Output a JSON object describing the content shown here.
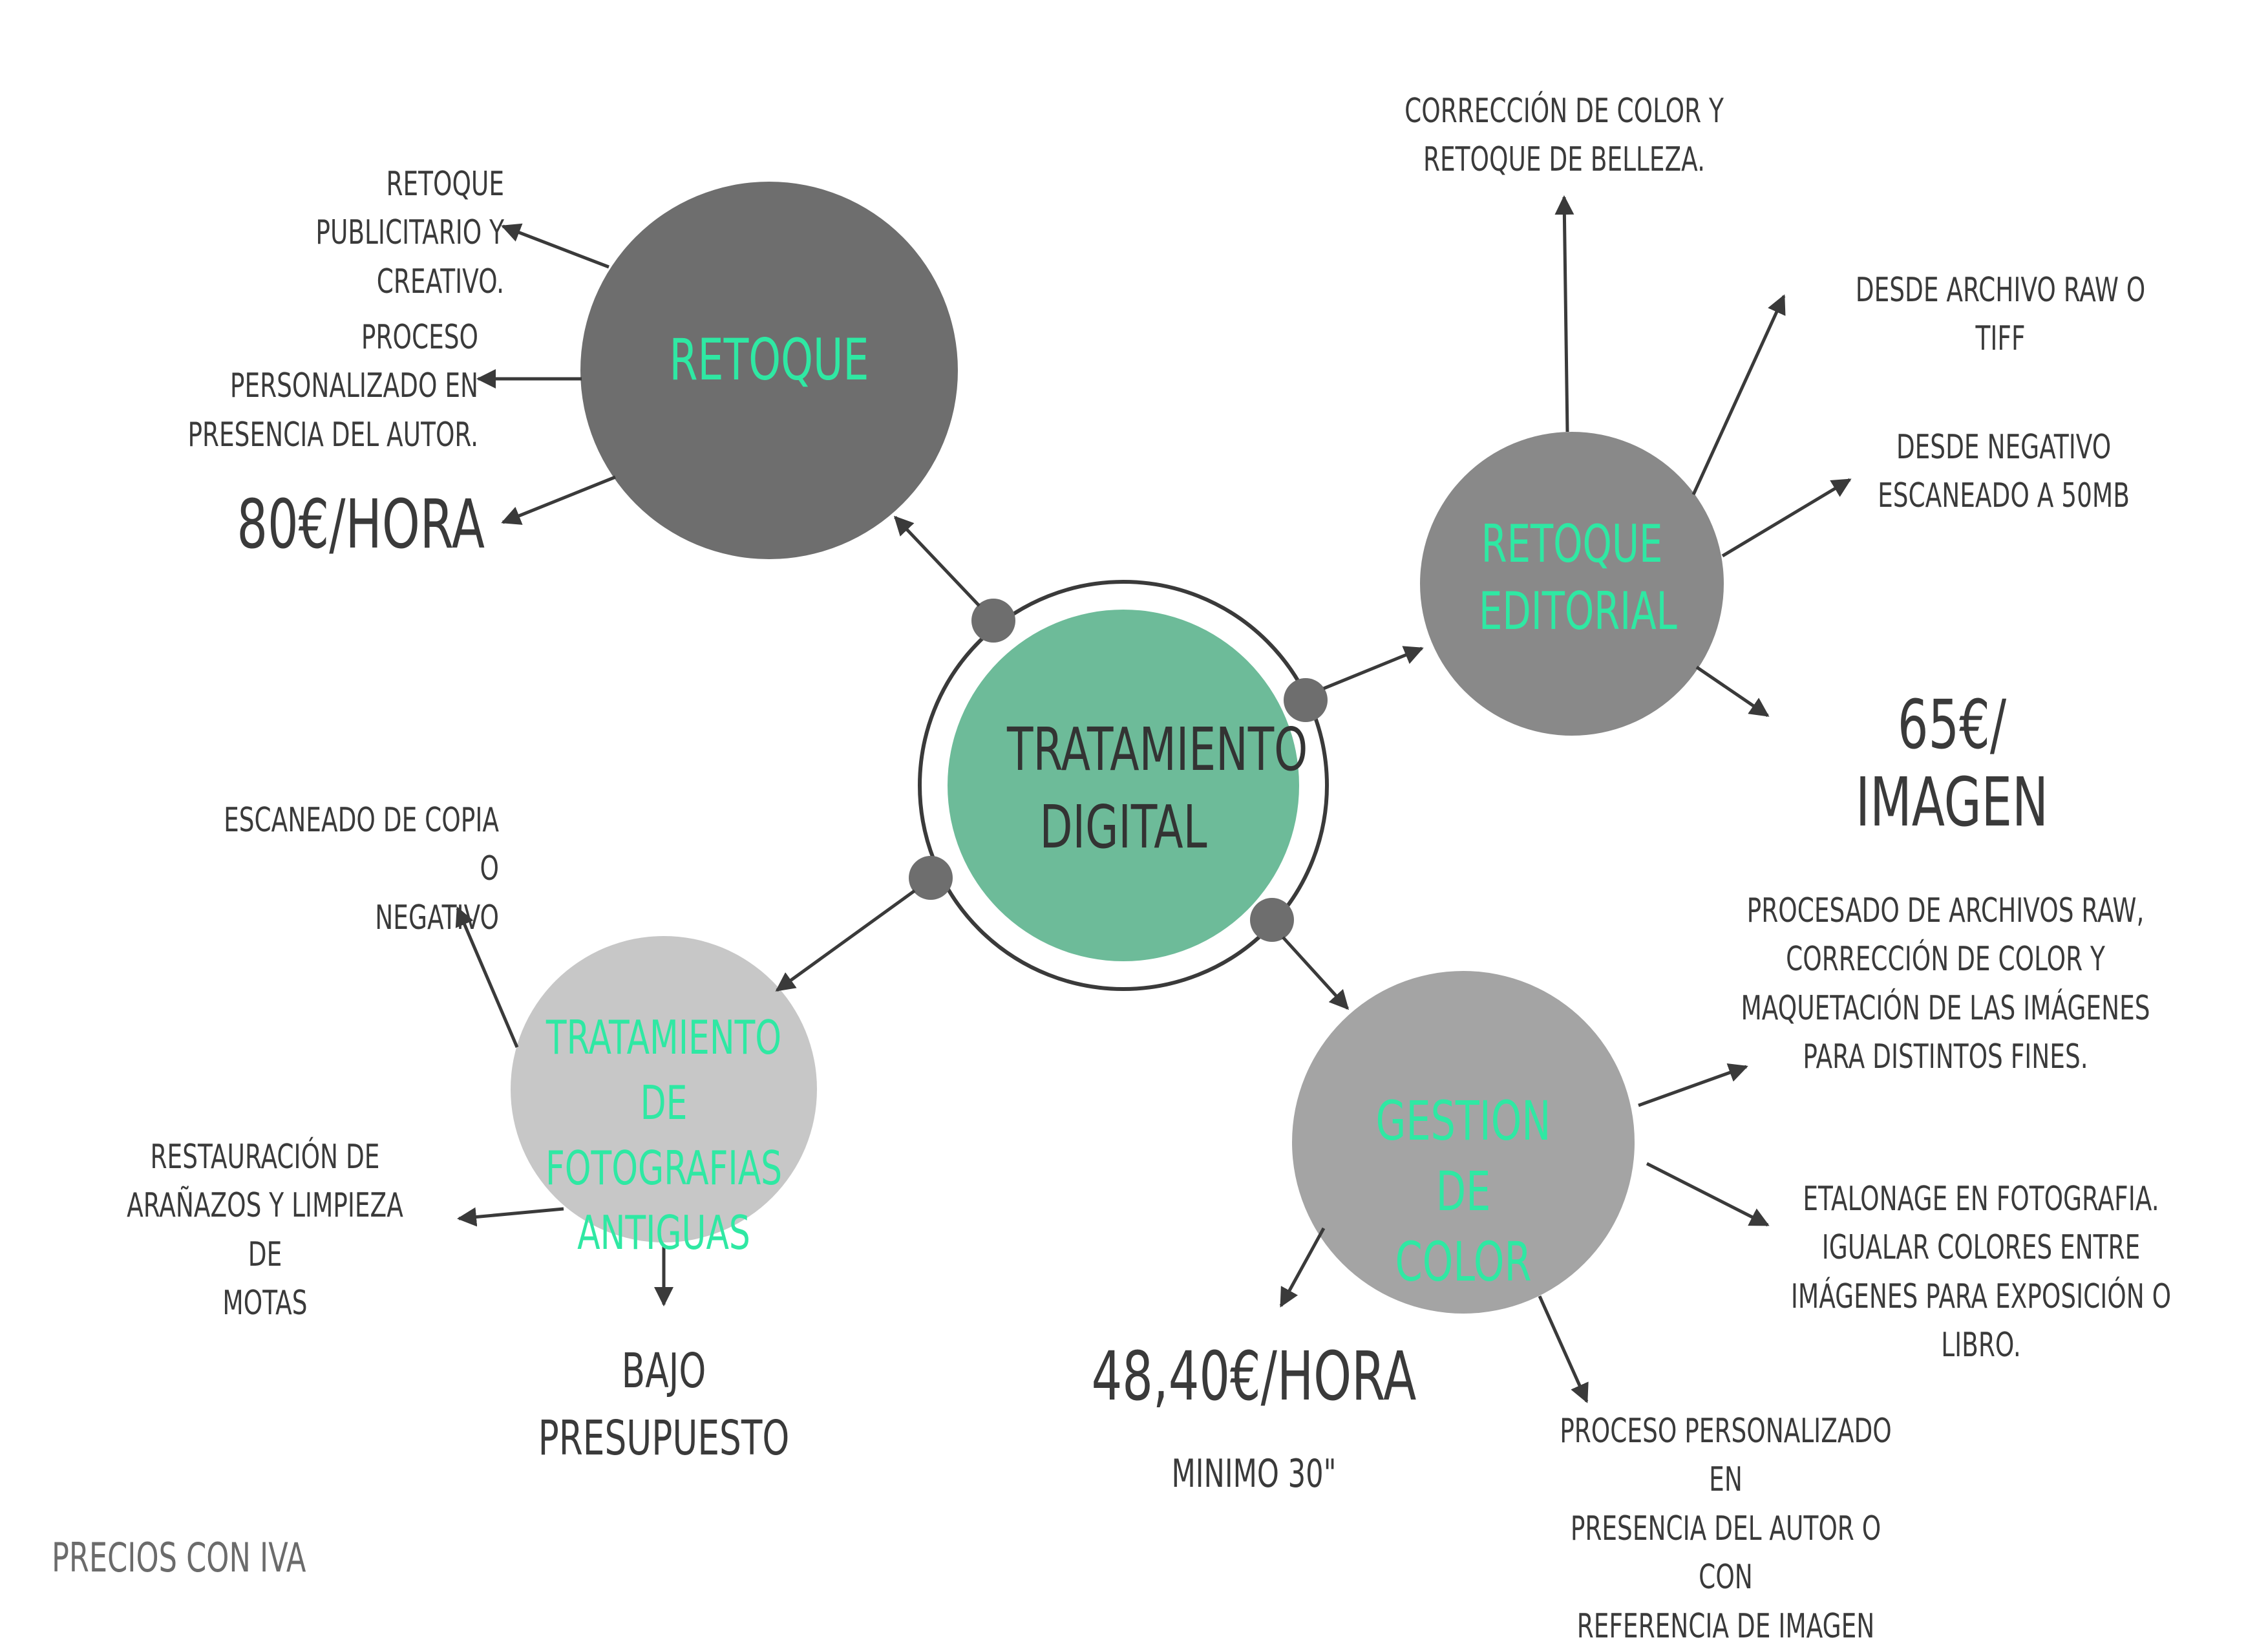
{
  "center": {
    "label": "TRATAMIENTO\nDIGITAL"
  },
  "colors": {
    "center_fill": "#6dbb99",
    "retoque_fill": "#6e6e6e",
    "editorial_fill": "#898989",
    "color_fill": "#a4a4a4",
    "antiguas_fill": "#c7c7c7",
    "accent_text": "#2fe8a3",
    "body_text": "#3a3a3a",
    "arrow": "#3a3a3a"
  },
  "nodes": {
    "retoque": {
      "label": "RETOQUE",
      "notes": [
        "RETOQUE PUBLICITARIO Y\nCREATIVO.",
        "PROCESO PERSONALIZADO EN\nPRESENCIA DEL AUTOR."
      ],
      "price": "80€/HORA"
    },
    "editorial": {
      "label": "RETOQUE\nEDITORIAL",
      "notes": [
        "CORRECCIÓN DE COLOR Y\nRETOQUE DE BELLEZA.",
        "DESDE ARCHIVO RAW O TIFF",
        "DESDE NEGATIVO\nESCANEADO A 50MB"
      ],
      "price": "65€/ IMAGEN"
    },
    "gestion_color": {
      "label": "GESTION DE\nCOLOR",
      "notes": [
        "PROCESADO DE ARCHIVOS RAW,\nCORRECCIÓN DE COLOR Y\nMAQUETACIÓN DE LAS IMÁGENES\nPARA DISTINTOS FINES.",
        "ETALONAGE EN FOTOGRAFIA.\nIGUALAR COLORES ENTRE\nIMÁGENES PARA EXPOSICIÓN O\nLIBRO.",
        "PROCESO PERSONALIZADO EN\nPRESENCIA DEL AUTOR O CON\nREFERENCIA DE IMAGEN"
      ],
      "price": "48,40€/HORA",
      "minimum": "MINIMO 30\""
    },
    "antiguas": {
      "label": "TRATAMIENTO\nDE FOTOGRAFIAS\nANTIGUAS",
      "notes": [
        "ESCANEADO DE COPIA O\nNEGATIVO",
        "RESTAURACIÓN DE\nARAÑAZOS Y LIMPIEZA DE\nMOTAS"
      ],
      "price": "BAJO\nPRESUPUESTO"
    }
  },
  "footer": "PRECIOS CON IVA"
}
